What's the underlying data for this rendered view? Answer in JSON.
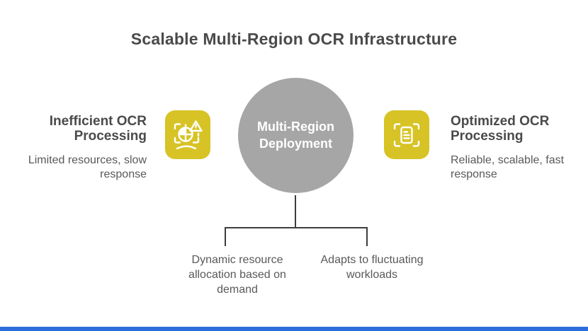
{
  "title": "Scalable Multi-Region OCR Infrastructure",
  "center": {
    "label": "Multi-Region Deployment"
  },
  "left": {
    "heading": "Inefficient OCR Processing",
    "subtitle": "Limited resources, slow response",
    "icon": "ocr-error-warning-icon"
  },
  "right": {
    "heading": "Optimized OCR Processing",
    "subtitle": "Reliable, scalable, fast response",
    "icon": "document-scan-icon"
  },
  "branches": [
    {
      "label": "Dynamic resource allocation based on demand"
    },
    {
      "label": "Adapts to fluctuating workloads"
    }
  ],
  "colors": {
    "accent": "#d7c325",
    "circle": "#a6a6a6",
    "heading": "#4a4a4a",
    "body": "#595959",
    "line": "#3d3d3d",
    "footer": "#2d6cdb"
  }
}
